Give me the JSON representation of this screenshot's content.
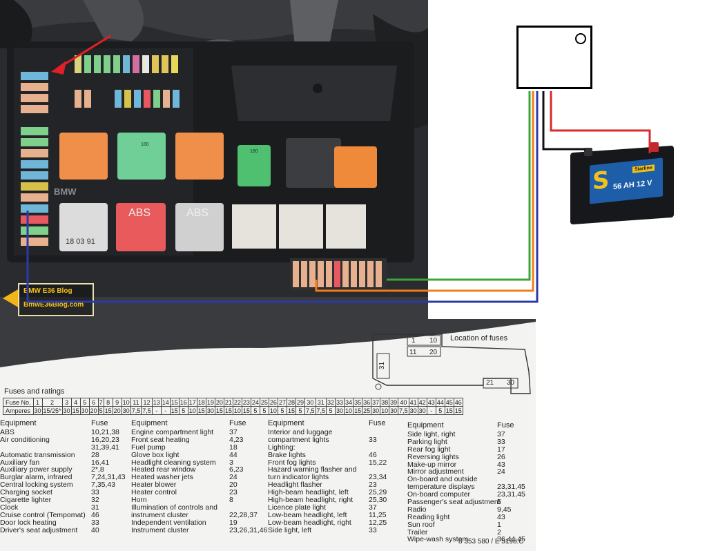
{
  "photo": {
    "fusebox_labels": [
      "BMW",
      "ABS",
      "ABS",
      "18 03 91",
      "180",
      "180"
    ],
    "watermark": {
      "line1": "BMW E36 Blog",
      "line2": "BmwE36Blog.com"
    }
  },
  "battery": {
    "brand": "Starline",
    "rating": "56 AH 12 V"
  },
  "location": {
    "title": "Location of fuses",
    "numbers": [
      "1",
      "10",
      "11",
      "20",
      "31",
      "21",
      "30"
    ]
  },
  "fuses_ratings": {
    "title": "Fuses and ratings",
    "row_labels": [
      "Fuse No.",
      "Amperes"
    ],
    "fuse_no": [
      "1",
      "2",
      "3",
      "4",
      "5",
      "6",
      "7",
      "8",
      "9",
      "10",
      "11",
      "12",
      "13",
      "14",
      "15",
      "16",
      "17",
      "18",
      "19",
      "20",
      "21",
      "22",
      "23",
      "24",
      "25",
      "26",
      "27",
      "28",
      "29",
      "30",
      "31",
      "32",
      "33",
      "34",
      "35",
      "36",
      "37",
      "38",
      "39",
      "40",
      "41",
      "42",
      "43",
      "44",
      "45",
      "46"
    ],
    "amperes": [
      "30",
      "15/25*",
      "30",
      "15",
      "30",
      "20",
      "5",
      "15",
      "20",
      "30",
      "7,5",
      "7,5",
      "-",
      "-",
      "15",
      "5",
      "10",
      "15",
      "30",
      "15",
      "15",
      "10",
      "15",
      "5",
      "5",
      "10",
      "5",
      "15",
      "5",
      "7,5",
      "7,5",
      "5",
      "30",
      "10",
      "15",
      "25",
      "30",
      "10",
      "30",
      "7,5",
      "30",
      "30",
      "-",
      "5",
      "15",
      "15",
      "5"
    ]
  },
  "columns": [
    {
      "header": "Equipment",
      "fuse_header": "Fuse",
      "items": [
        {
          "name": "ABS",
          "fuse": "10,21,38"
        },
        {
          "name": "Air conditioning",
          "fuse": "16,20,23"
        },
        {
          "name": "",
          "fuse": "31,39,41"
        },
        {
          "name": "Automatic transmission",
          "fuse": "28"
        },
        {
          "name": "Auxiliary fan",
          "fuse": "16,41"
        },
        {
          "name": "Auxiliary power supply",
          "fuse": "2*,8"
        },
        {
          "name": "Burglar alarm, infrared",
          "fuse": "7,24,31,43"
        },
        {
          "name": "Central locking system",
          "fuse": "7,35,43"
        },
        {
          "name": "Charging socket",
          "fuse": "33"
        },
        {
          "name": "Cigarette lighter",
          "fuse": "32"
        },
        {
          "name": "Clock",
          "fuse": "31"
        },
        {
          "name": "Cruise control (Tempomat)",
          "fuse": "46"
        },
        {
          "name": "Door lock heating",
          "fuse": "33"
        },
        {
          "name": "Driver's seat adjustment",
          "fuse": "40"
        }
      ]
    },
    {
      "header": "Equipment",
      "fuse_header": "Fuse",
      "items": [
        {
          "name": "Engine compartment light",
          "fuse": "37"
        },
        {
          "name": "Front seat heating",
          "fuse": "4,23"
        },
        {
          "name": "Fuel pump",
          "fuse": "18"
        },
        {
          "name": "Glove box light",
          "fuse": "44"
        },
        {
          "name": "Headlight cleaning system",
          "fuse": "3"
        },
        {
          "name": "Heated rear window",
          "fuse": "6,23"
        },
        {
          "name": "Heated washer jets",
          "fuse": "24"
        },
        {
          "name": "Heater blower",
          "fuse": "20"
        },
        {
          "name": "Heater control",
          "fuse": "23"
        },
        {
          "name": "Horn",
          "fuse": "8"
        },
        {
          "name": "Illumination of controls and",
          "fuse": ""
        },
        {
          "name": "instrument cluster",
          "fuse": "22,28,37"
        },
        {
          "name": "Independent ventilation",
          "fuse": "19"
        },
        {
          "name": "Instrument cluster",
          "fuse": "23,26,31,46"
        }
      ]
    },
    {
      "header": "Equipment",
      "fuse_header": "Fuse",
      "items": [
        {
          "name": "Interior and luggage",
          "fuse": ""
        },
        {
          "name": "compartment lights",
          "fuse": "33"
        },
        {
          "name": "Lighting:",
          "fuse": ""
        },
        {
          "name": "Brake lights",
          "fuse": "46"
        },
        {
          "name": "Front fog lights",
          "fuse": "15,22"
        },
        {
          "name": "Hazard warning flasher and",
          "fuse": ""
        },
        {
          "name": "turn indicator lights",
          "fuse": "23,34"
        },
        {
          "name": "Headlight flasher",
          "fuse": "23"
        },
        {
          "name": "High-beam headlight, left",
          "fuse": "25,29"
        },
        {
          "name": "High-beam headlight, right",
          "fuse": "25,30"
        },
        {
          "name": "Licence plate light",
          "fuse": "37"
        },
        {
          "name": "Low-beam headlight, left",
          "fuse": "11,25"
        },
        {
          "name": "Low-beam headlight, right",
          "fuse": "12,25"
        },
        {
          "name": "Side light, left",
          "fuse": "33"
        }
      ]
    },
    {
      "header": "Equipment",
      "fuse_header": "Fuse",
      "items": [
        {
          "name": "Side light, right",
          "fuse": "37"
        },
        {
          "name": "Parking light",
          "fuse": "33"
        },
        {
          "name": "Rear fog light",
          "fuse": "17"
        },
        {
          "name": "Reversing lights",
          "fuse": "26"
        },
        {
          "name": "Make-up mirror",
          "fuse": "43"
        },
        {
          "name": "Mirror adjustment",
          "fuse": "24"
        },
        {
          "name": "On-board and outside",
          "fuse": ""
        },
        {
          "name": "temperature displays",
          "fuse": "23,31,45"
        },
        {
          "name": "On-board computer",
          "fuse": "23,31,45"
        },
        {
          "name": "Passenger's seat adjustment",
          "fuse": "5"
        },
        {
          "name": "Radio",
          "fuse": "9,45"
        },
        {
          "name": "Reading light",
          "fuse": "43"
        },
        {
          "name": "Sun roof",
          "fuse": "1"
        },
        {
          "name": "Trailer",
          "fuse": "2"
        },
        {
          "name": "Wipe-wash system",
          "fuse": "36,44,45"
        }
      ]
    }
  ],
  "part_number": "8 353 580 / E 5198.C",
  "wire_colors": {
    "green": "#3aa635",
    "orange": "#f07d1a",
    "blue": "#2c3aa8",
    "red": "#d72a2a",
    "black": "#111111"
  }
}
